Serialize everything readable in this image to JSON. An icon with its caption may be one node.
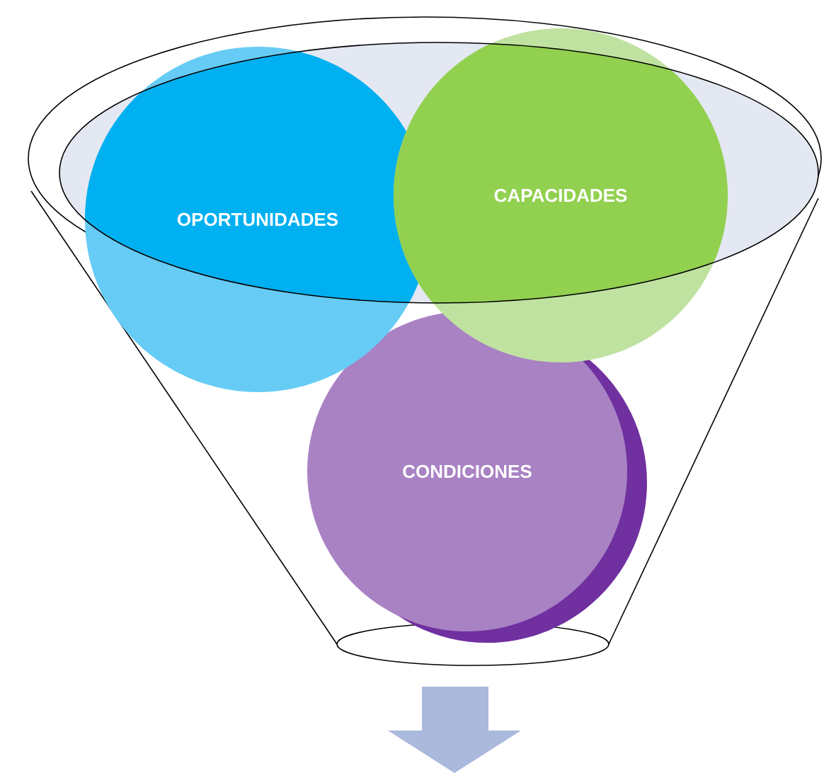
{
  "diagram": {
    "nodes": [
      {
        "text": [
          "OPORTUNIDADES"
        ]
      },
      {
        "text": [
          "CAPACIDADES"
        ]
      },
      {
        "text": [
          "CONDICIONES"
        ]
      }
    ]
  }
}
